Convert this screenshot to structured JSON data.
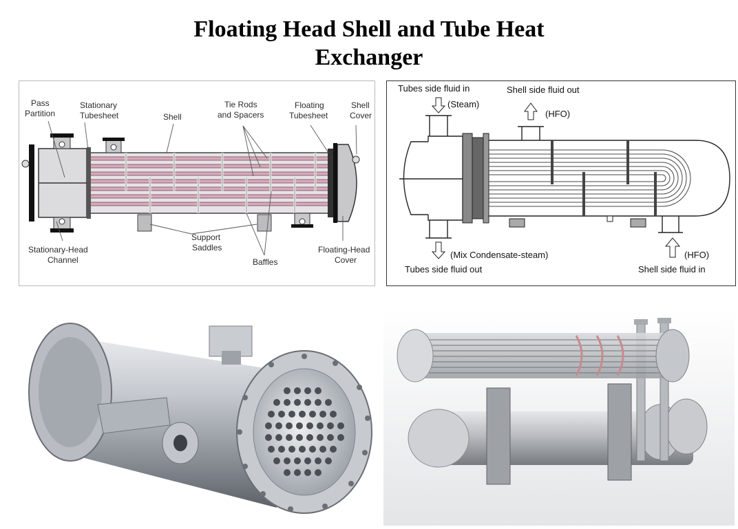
{
  "title": {
    "line1": "Floating Head Shell and Tube Heat",
    "line2": "Exchanger"
  },
  "diagram_left": {
    "labels": {
      "pass_partition_1": "Pass",
      "pass_partition_2": "Partition",
      "stationary_tubesheet_1": "Stationary",
      "stationary_tubesheet_2": "Tubesheet",
      "shell": "Shell",
      "tie_rods_1": "Tie Rods",
      "tie_rods_2": "and Spacers",
      "floating_tubesheet_1": "Floating",
      "floating_tubesheet_2": "Tubesheet",
      "shell_cover_1": "Shell",
      "shell_cover_2": "Cover",
      "support_saddles_1": "Support",
      "support_saddles_2": "Saddles",
      "baffles": "Baffles",
      "stationary_head_1": "Stationary-Head",
      "stationary_head_2": "Channel",
      "floating_head_1": "Floating-Head",
      "floating_head_2": "Cover"
    }
  },
  "diagram_right": {
    "labels": {
      "tubes_in": "Tubes side fluid in",
      "steam": "(Steam)",
      "shell_out": "Shell side fluid out",
      "hfo_top": "(HFO)",
      "mix": "(Mix Condensate-steam)",
      "tubes_out": "Tubes side fluid out",
      "hfo_bottom": "(HFO)",
      "shell_in": "Shell side fluid in"
    }
  },
  "colors": {
    "tube_pink": "#d9a9b9",
    "tube_dark": "#7b5a66",
    "shell_gray": "#d4d4d6",
    "steel": "#b8bcc2",
    "frame_border": "#b9b9b9"
  }
}
